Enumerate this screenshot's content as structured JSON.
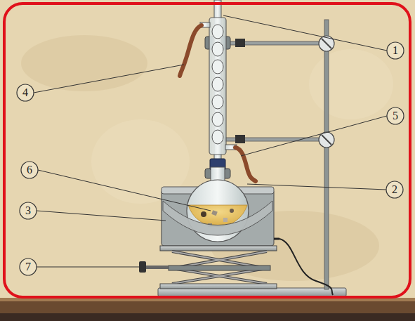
{
  "diagram": {
    "labels": [
      "1",
      "4",
      "5",
      "6",
      "2",
      "3",
      "7"
    ]
  }
}
